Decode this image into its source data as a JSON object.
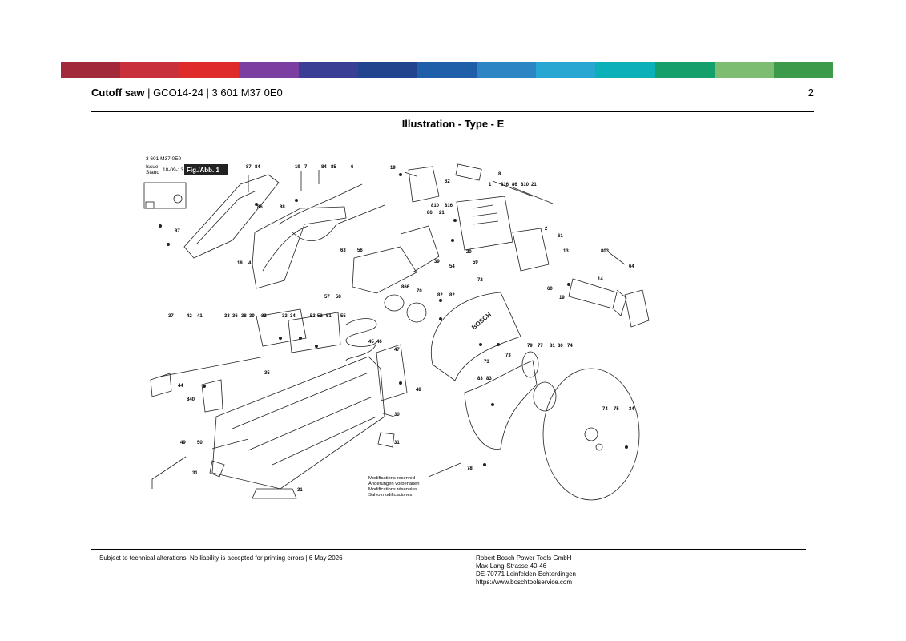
{
  "header": {
    "product": "Cutoff saw",
    "model": "GCO14-24",
    "article": "3 601 M37 0E0",
    "page": "2"
  },
  "section_title": "Illustration - Type - E",
  "band_colors": [
    "#a2293a",
    "#c8313c",
    "#e02b2b",
    "#7b3fa1",
    "#3a3f95",
    "#22438e",
    "#1f5ea8",
    "#2d86c4",
    "#27a7d1",
    "#0bb0b8",
    "#159f6b",
    "#7dbd71",
    "#3c9b4a"
  ],
  "diagram": {
    "article_code": "3 601 M37 0E0",
    "issue_label": "Issue",
    "stand_label": "Stand",
    "date": "18-09-13",
    "fig_label": "Fig./Abb. 1",
    "brand": "BOSCH",
    "notes": [
      "Modifications reserved",
      "Änderungen vorbehalten",
      "Modifications réservées",
      "Salvo modificaciones"
    ],
    "callouts": [
      "87",
      "84",
      "19",
      "7",
      "84",
      "85",
      "6",
      "19",
      "62",
      "8",
      "1",
      "816",
      "86",
      "810",
      "21",
      "86",
      "88",
      "810",
      "816",
      "21",
      "86",
      "2",
      "87",
      "63",
      "56",
      "61",
      "13",
      "803",
      "18",
      "4",
      "20",
      "59",
      "64",
      "39",
      "54",
      "14",
      "57",
      "58",
      "866",
      "70",
      "72",
      "60",
      "19",
      "37",
      "42",
      "41",
      "33",
      "36",
      "38",
      "39",
      "32",
      "33",
      "34",
      "53",
      "52",
      "51",
      "55",
      "82",
      "82",
      "35",
      "45",
      "46",
      "47",
      "73",
      "79",
      "77",
      "81",
      "80",
      "74",
      "73",
      "44",
      "840",
      "48",
      "83",
      "83",
      "30",
      "74",
      "75",
      "34",
      "49",
      "50",
      "31",
      "31",
      "31",
      "78"
    ]
  },
  "footer": {
    "disclaimer": "Subject to technical alterations. No liability is accepted for printing errors | 6 May 2026",
    "company": "Robert Bosch Power Tools GmbH",
    "street": "Max-Lang-Strasse 40-46",
    "city": "DE-70771 Leinfelden-Echterdingen",
    "url": "https://www.boschtoolservice.com"
  }
}
